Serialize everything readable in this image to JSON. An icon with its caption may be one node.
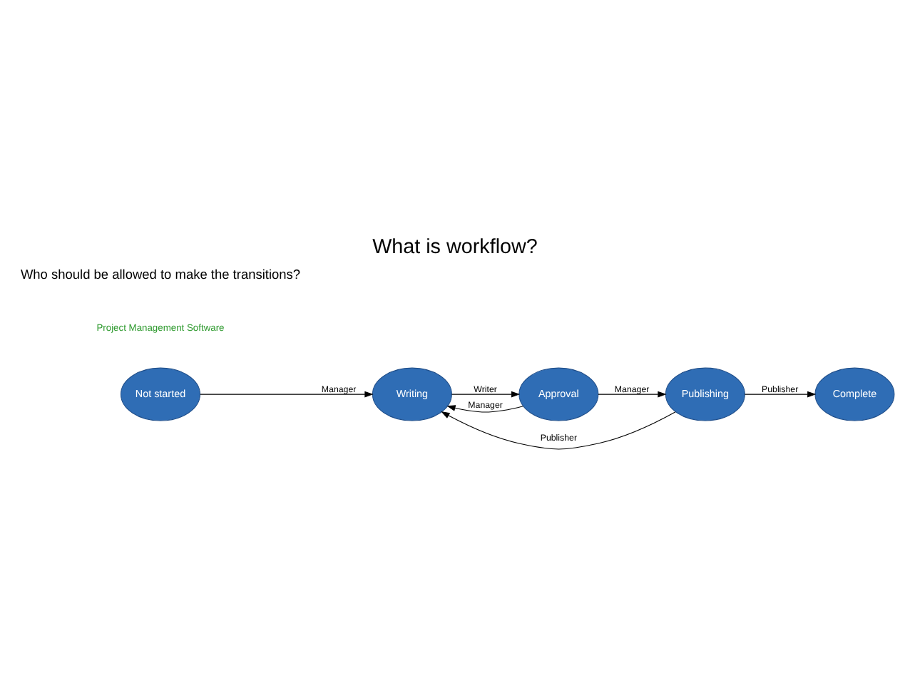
{
  "diagram": {
    "title": "What is workflow?",
    "nodes": [
      {
        "text": [
          "Not started"
        ]
      },
      {
        "text": [
          "Writing"
        ]
      },
      {
        "text": [
          "Approval"
        ]
      },
      {
        "text": [
          "Publishing"
        ]
      },
      {
        "text": [
          "Complete"
        ]
      }
    ],
    "edges": [
      {
        "from": 0,
        "to": 1,
        "arrow": "to",
        "label": "Manager"
      },
      {
        "from": 1,
        "to": 2,
        "arrow": "to",
        "label": "Writer"
      },
      {
        "from": 2,
        "to": 1,
        "arrow": "to",
        "label": "Manager"
      },
      {
        "from": 2,
        "to": 3,
        "arrow": "to",
        "label": "Manager"
      },
      {
        "from": 3,
        "to": 4,
        "arrow": "to",
        "label": "Publisher"
      },
      {
        "from": 3,
        "to": 1,
        "arrow": "to",
        "label": "Publisher"
      }
    ],
    "labels": [
      "Project Management Software",
      "Who should be allowed to make the transitions?"
    ]
  }
}
